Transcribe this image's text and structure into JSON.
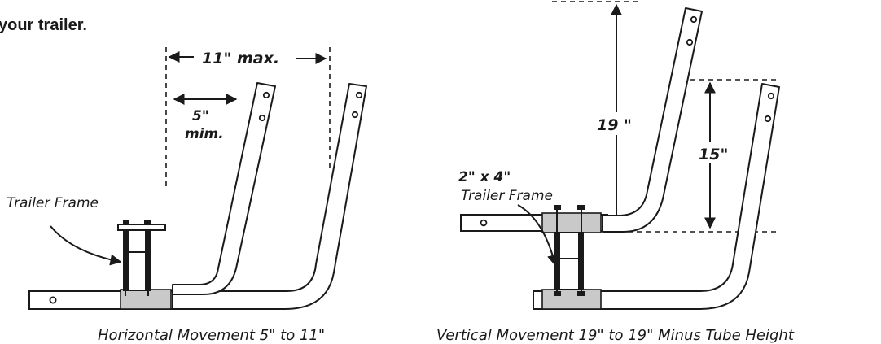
{
  "header": {
    "line2": "your trailer."
  },
  "left_diagram": {
    "max_label": "11\" max.",
    "min_value": "5\"",
    "min_unit": "mim.",
    "frame_label": "Trailer Frame",
    "caption": "Horizontal Movement 5\" to 11\""
  },
  "right_diagram": {
    "height_label": "19 \"",
    "tube_label": "15\"",
    "tube_size": "2\" x 4\"",
    "frame_label": "Trailer Frame",
    "caption": "Vertical Movement 19\" to 19\" Minus Tube Height"
  },
  "colors": {
    "ink": "#1a1a1a",
    "bracket_fill": "#c9c9c9",
    "background": "#ffffff"
  }
}
